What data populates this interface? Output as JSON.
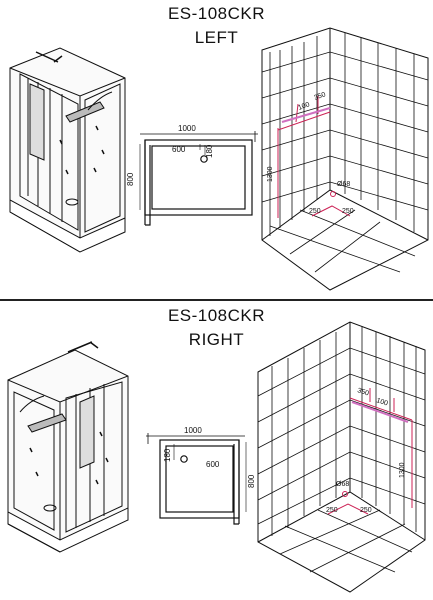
{
  "panels": [
    {
      "model": "ES-108CKR",
      "variant": "LEFT",
      "tray": {
        "width": "1000",
        "depth": "800",
        "drain_offset": "600",
        "drain_inset": "180"
      },
      "room": {
        "h1": "100",
        "h2": "350",
        "height": "1300",
        "drain_dia": "Ø68",
        "d1": "250",
        "d2": "250"
      }
    },
    {
      "model": "ES-108CKR",
      "variant": "RIGHT",
      "tray": {
        "width": "1000",
        "depth": "800",
        "drain_offset": "600",
        "drain_inset": "180"
      },
      "room": {
        "h1": "350",
        "h2": "100",
        "height": "1300",
        "drain_dia": "Ø68",
        "d1": "250",
        "d2": "250"
      }
    }
  ],
  "colors": {
    "line": "#111111",
    "dim_line": "#cc2255",
    "pipe": "#d070c0"
  }
}
